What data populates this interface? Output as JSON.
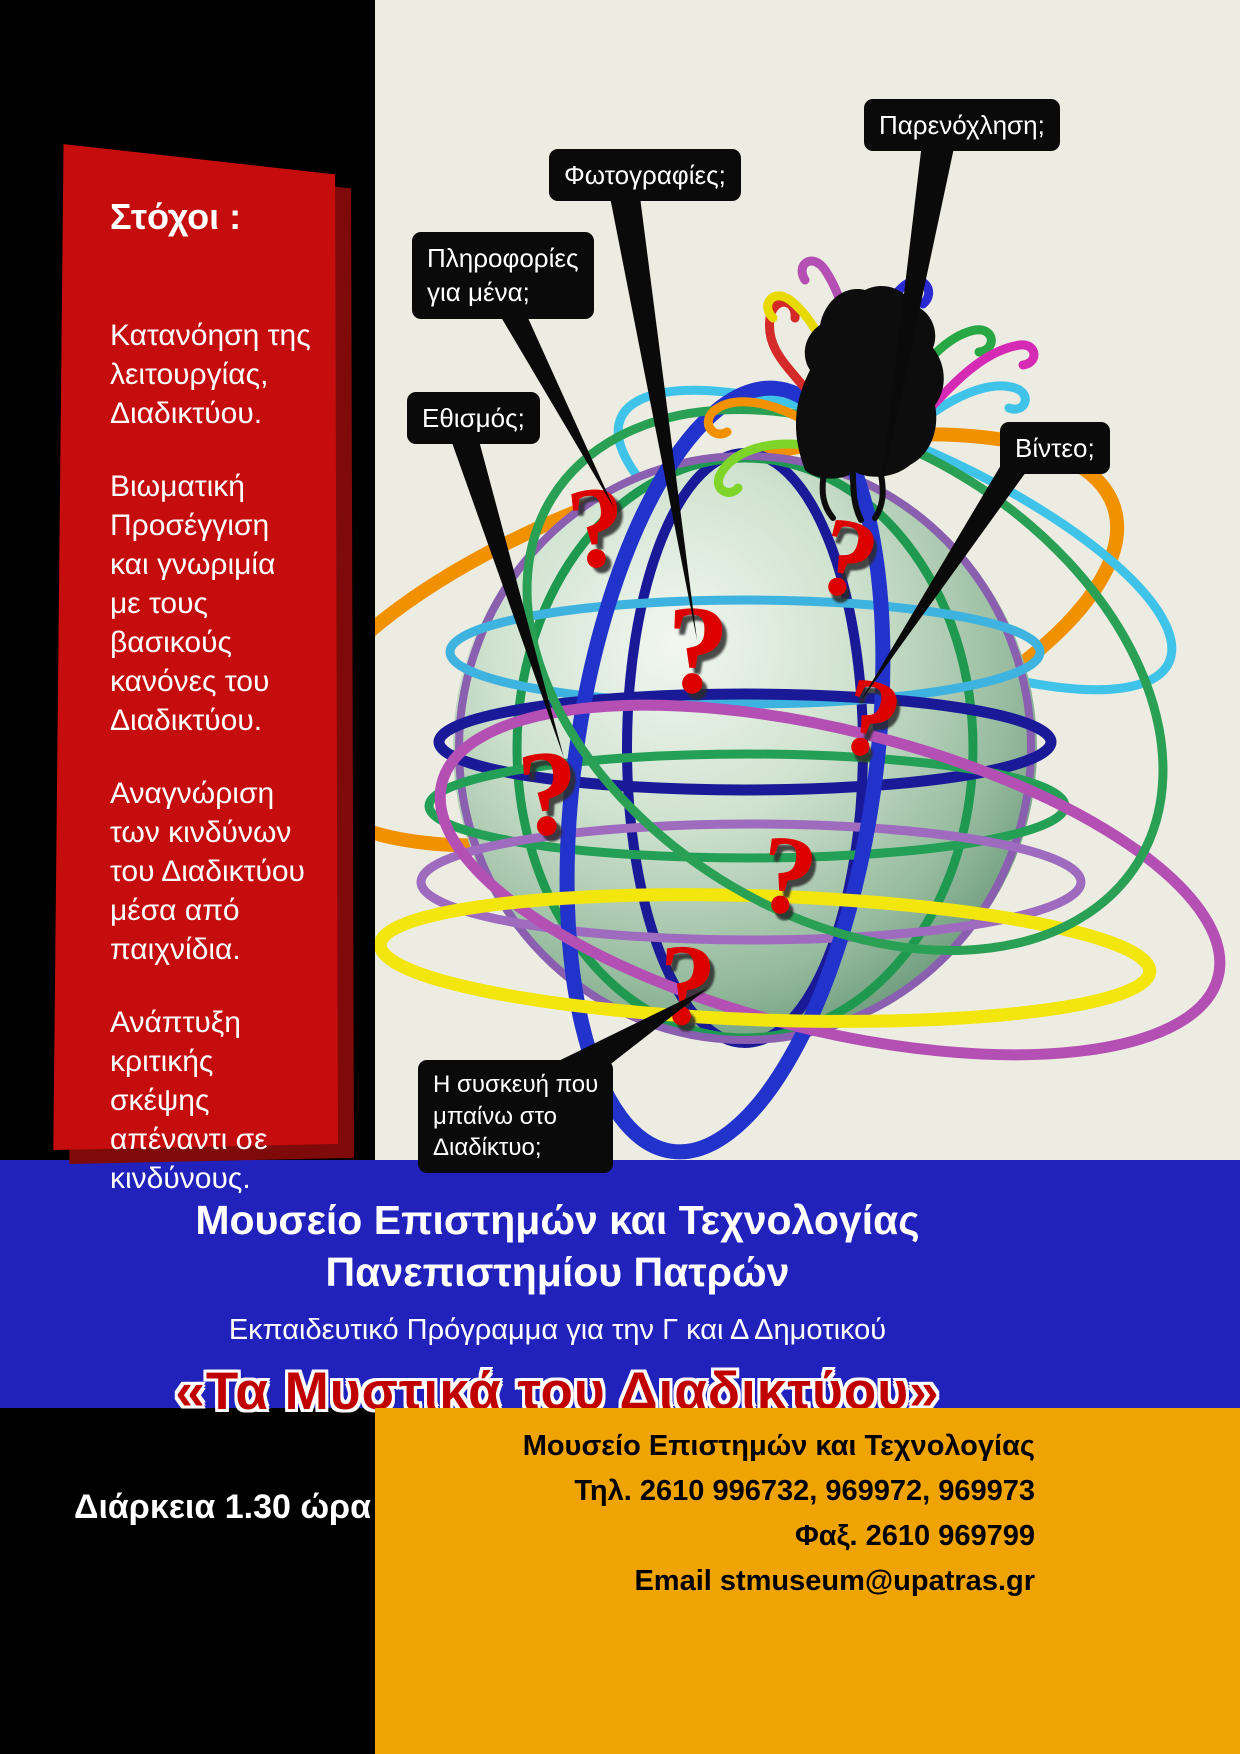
{
  "colors": {
    "background_black": "#000000",
    "panel_red": "#C50D0D",
    "canvas_cream": "#ECECE2",
    "band_blue": "#2121BC",
    "footer_orange": "#F0A404",
    "question_red": "#DD0000",
    "title_red": "#C00000"
  },
  "goals_panel": {
    "title": "Στόχοι :",
    "items": [
      "Κατανόηση της λειτουργίας, Διαδικτύου.",
      "Βιωματική Προσέγγιση και γνωριμία με τους βασικούς κανόνες του Διαδικτύου.",
      "Αναγνώριση των  κινδύνων του Διαδικτύου μέσα από παιχνίδια.",
      "Ανάπτυξη κριτικής σκέψης απέναντι σε κινδύνους."
    ]
  },
  "callouts": [
    {
      "label": "Πληροφορίες\nγια μένα;"
    },
    {
      "label": "Φωτογραφίες;"
    },
    {
      "label": "Παρενόχληση;"
    },
    {
      "label": "Εθισμός;"
    },
    {
      "label": "Βίντεο;"
    },
    {
      "label": "Η συσκευή που\nμπαίνω  στο\nΔιαδίκτυο;"
    }
  ],
  "globe": {
    "question_mark": "?"
  },
  "banner": {
    "museum_line1": "Μουσείο  Επιστημών και Τεχνολογίας",
    "museum_line2": "Πανεπιστημίου Πατρών",
    "program": "Εκπαιδευτικό Πρόγραμμα για την Γ και Δ Δημοτικού",
    "title": "«Τα Μυστικά του Διαδικτύου»"
  },
  "footer": {
    "duration": "Διάρκεια  1.30 ώρα",
    "contact": [
      "Μουσείο Επιστημών και Τεχνολογίας",
      "Τηλ. 2610 996732, 969972, 969973",
      "Φαξ. 2610 969799",
      "Email stmuseum@upatras.gr"
    ]
  }
}
